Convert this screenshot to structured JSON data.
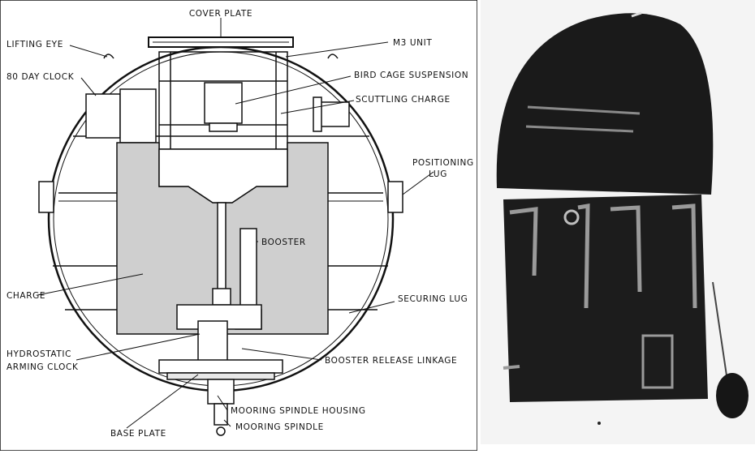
{
  "labels": {
    "cover_plate": "COVER PLATE",
    "m3_unit": "M3 UNIT",
    "lifting_eye": "LIFTING EYE",
    "clock_80_day": "80 DAY CLOCK",
    "bird_cage_suspension": "BIRD CAGE SUSPENSION",
    "scuttling_charge": "SCUTTLING CHARGE",
    "positioning_lug_1": "POSITIONING",
    "positioning_lug_2": "LUG",
    "booster": "BOOSTER",
    "charge": "CHARGE",
    "securing_lug": "SECURING LUG",
    "hydrostatic_1": "HYDROSTATIC",
    "hydrostatic_2": "ARMING CLOCK",
    "booster_release_linkage": "BOOSTER RELEASE LINKAGE",
    "mooring_spindle_housing": "MOORING SPINDLE HOUSING",
    "base_plate": "BASE PLATE",
    "mooring_spindle": "MOORING SPINDLE"
  },
  "colors": {
    "ink": "#111111",
    "charge_fill": "#c9c9c9",
    "photo_bg": "#f4f4f4",
    "photo_dark": "#1a1a1a"
  }
}
